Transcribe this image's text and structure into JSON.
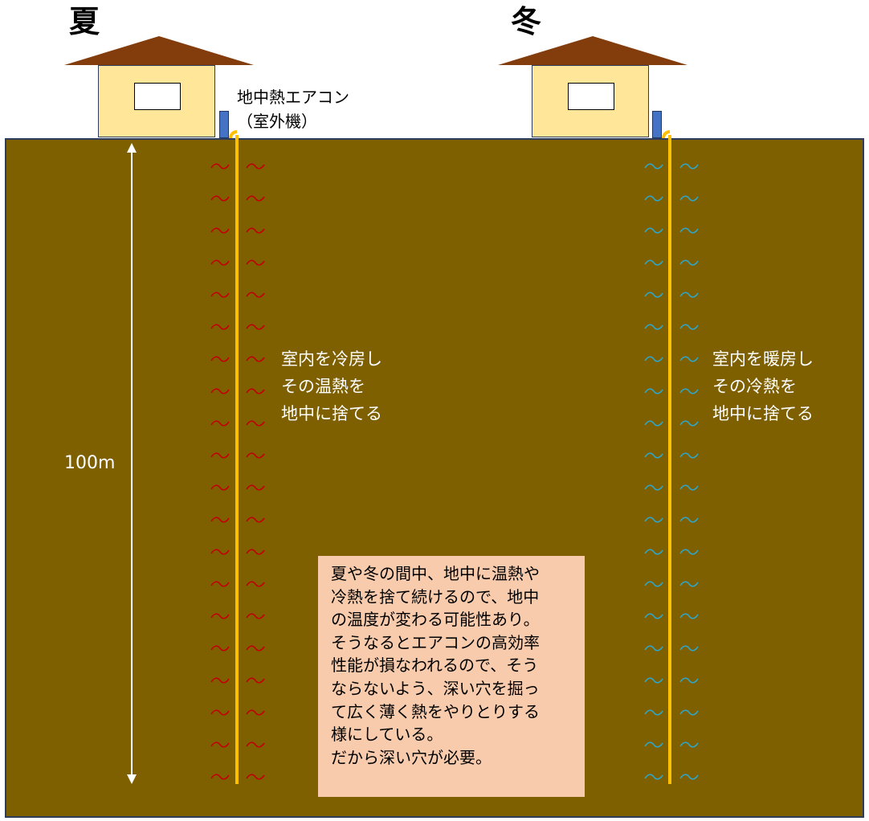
{
  "colors": {
    "ground": "#7f6000",
    "roof": "#833c0b",
    "wall": "#ffe699",
    "outdoor_unit": "#4472c4",
    "pipe": "#ffc000",
    "heat_wave": "#c00000",
    "cold_wave": "#2fa5c9",
    "note_background": "#f8cbad"
  },
  "summer": {
    "season_label": "夏",
    "unit_label": "地中熱エアコン\n（室外機）",
    "description": "室内を冷房し\nその温熱を\n地中に捨てる",
    "wave_icon": "heat-wave-icon"
  },
  "winter": {
    "season_label": "冬",
    "description": "室内を暖房し\nその冷熱を\n地中に捨てる",
    "wave_icon": "cold-wave-icon"
  },
  "depth": {
    "label": "100m"
  },
  "note": {
    "text": "夏や冬の間中、地中に温熱や\n冷熱を捨て続けるので、地中\nの温度が変わる可能性あり。\nそうなるとエアコンの高効率\n性能が損なわれるので、そう\nならないよう、深い穴を掘っ\nて広く薄く熱をやりとりする\n様にしている。\nだから深い穴が必要。"
  }
}
